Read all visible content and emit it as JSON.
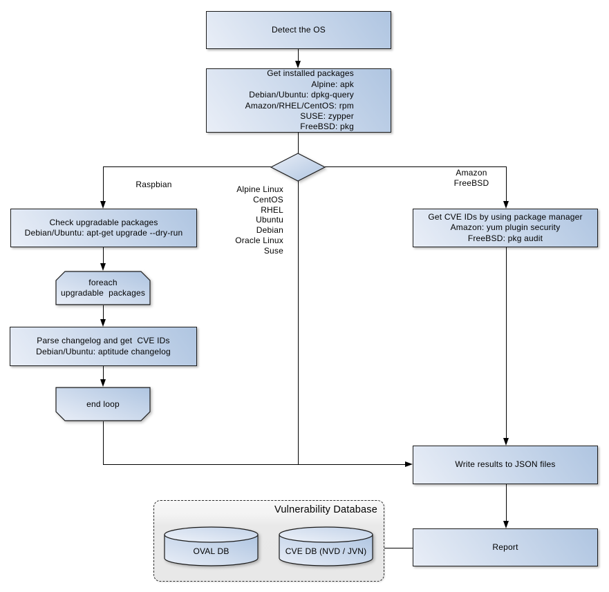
{
  "nodes": {
    "detect_os": "Detect the OS",
    "get_installed_packages": "Get installed packages\nAlpine: apk\nDebian/Ubuntu: dpkg-query\nAmazon/RHEL/CentOS: rpm\nSUSE: zypper\nFreeBSD: pkg",
    "check_upgradable": "Check upgradable packages\nDebian/Ubuntu: apt-get upgrade --dry-run",
    "foreach_loop": "foreach\nupgradable  packages",
    "parse_changelog": "Parse changelog and get  CVE IDs\nDebian/Ubuntu: aptitude changelog",
    "end_loop": "end loop",
    "get_cve_ids": "Get CVE IDs by using package manager\nAmazon: yum plugin security\nFreeBSD: pkg audit",
    "write_results": "Write results to JSON files",
    "report": "Report"
  },
  "edge_labels": {
    "left_branch": "Raspbian",
    "right_branch": "Amazon\nFreeBSD",
    "middle_branch": "Alpine Linux\nCentOS\nRHEL\nUbuntu\nDebian\nOracle Linux\nSuse"
  },
  "database": {
    "title": "Vulnerability Database",
    "oval_db": "OVAL DB",
    "cve_db": "CVE DB (NVD / JVN)"
  },
  "colors": {
    "node_fill_light": "#e9eef7",
    "node_fill_dark": "#afc5e1",
    "node_border": "#1a1a1a"
  }
}
